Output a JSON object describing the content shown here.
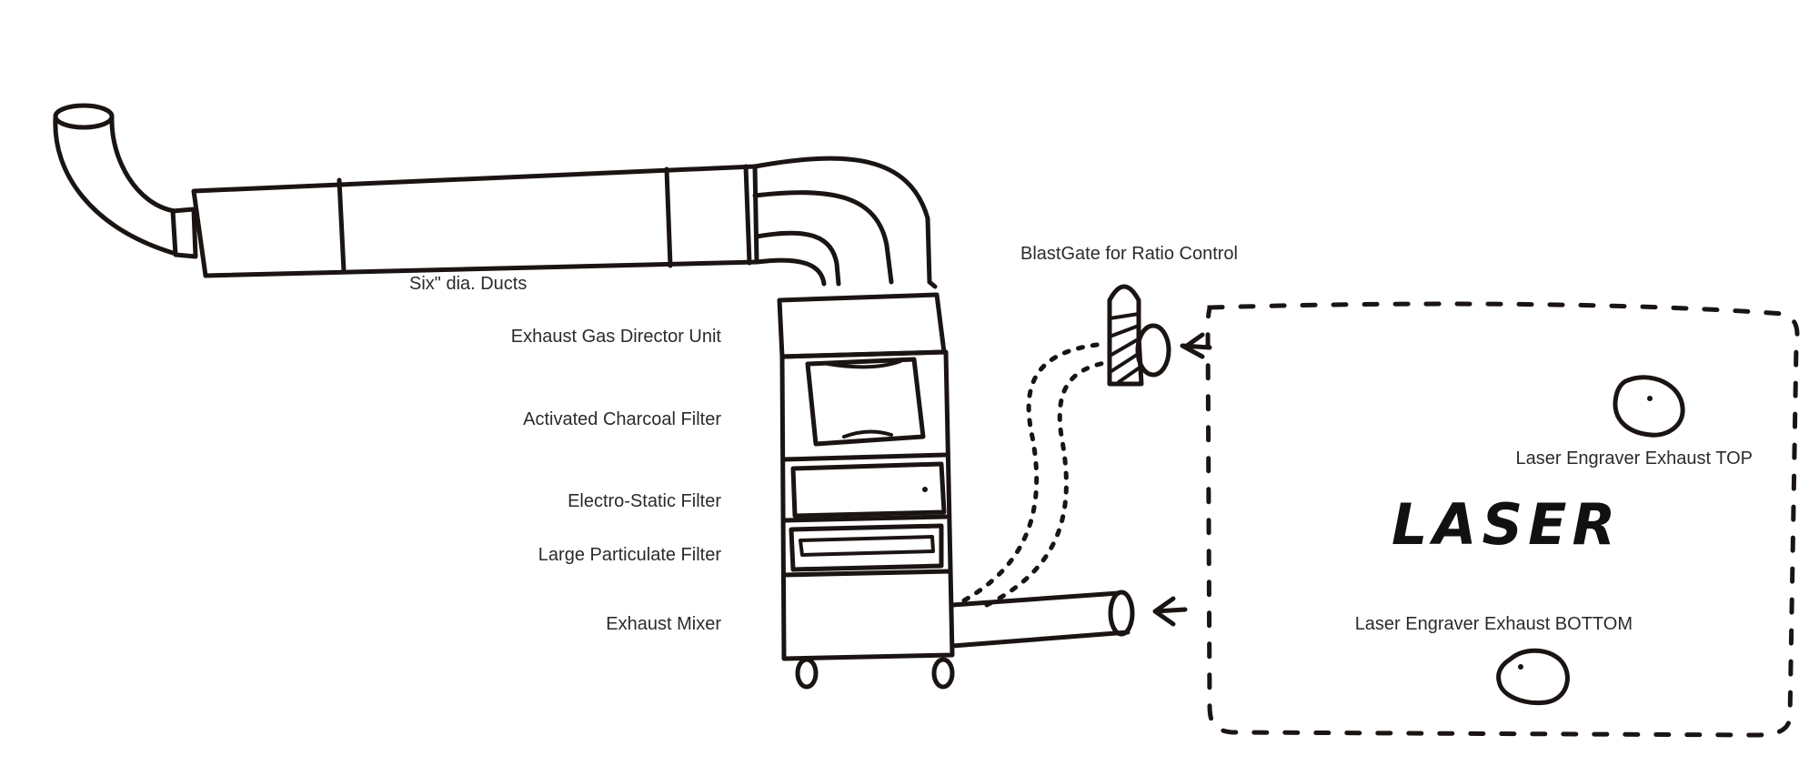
{
  "labels": {
    "ducts": "Six\" dia. Ducts",
    "director": "Exhaust Gas Director Unit",
    "charcoal": "Activated Charcoal Filter",
    "electrostatic": "Electro-Static Filter",
    "particulate": "Large Particulate Filter",
    "mixer": "Exhaust Mixer",
    "blastgate": "BlastGate for Ratio Control",
    "exhaust_top": "Laser Engraver Exhaust TOP",
    "exhaust_bottom": "Laser Engraver Exhaust BOTTOM",
    "laser": "LASER"
  },
  "colors": {
    "ink": "#1a1412",
    "text": "#2b2b2b",
    "background": "#ffffff"
  }
}
